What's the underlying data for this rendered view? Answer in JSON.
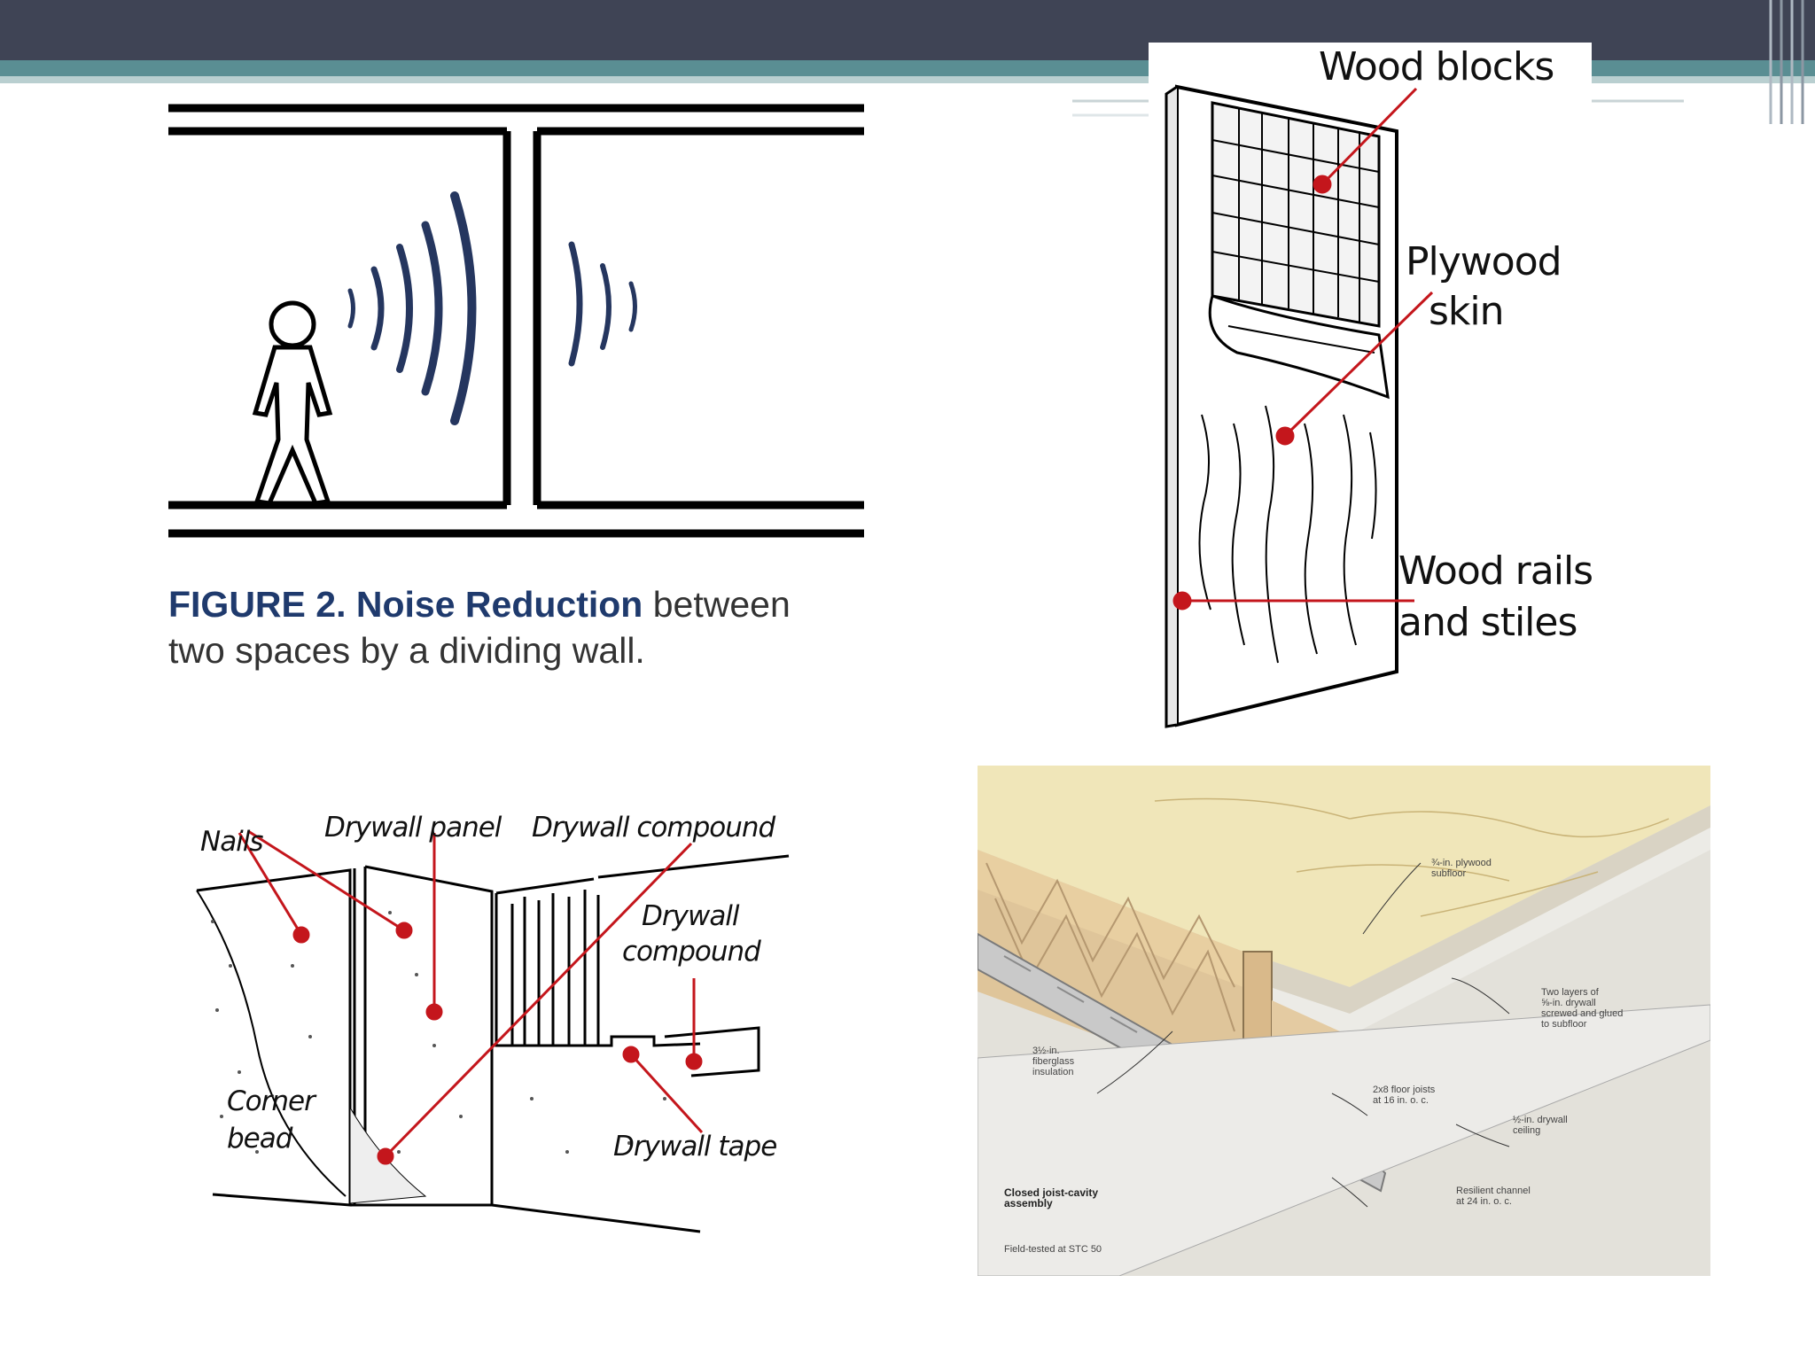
{
  "slide": {
    "colors": {
      "header": "#3f4455",
      "accent": "#5a8e93",
      "marker": "#c4161c",
      "wave": "#25365f"
    }
  },
  "figure2": {
    "caption_bold": "FIGURE 2. Noise Reduction",
    "caption_rest_line1": " between",
    "caption_line2": "two spaces by a dividing wall."
  },
  "door": {
    "wood_blocks": "Wood blocks",
    "plywood_skin_1": "Plywood",
    "plywood_skin_2": "skin",
    "rails_1": "Wood rails",
    "rails_2": "and stiles"
  },
  "drywall": {
    "nails": "Nails",
    "panel": "Drywall panel",
    "compound_top": "Drywall compound",
    "compound_right_1": "Drywall",
    "compound_right_2": "compound",
    "corner_bead_1": "Corner",
    "corner_bead_2": "bead",
    "tape": "Drywall tape"
  },
  "floor": {
    "subfloor_1": "¾-in. plywood",
    "subfloor_2": "subfloor",
    "layers_1": "Two layers of",
    "layers_2": "⅝-in. drywall",
    "layers_3": "screwed and glued",
    "layers_4": "to subfloor",
    "insulation_1": "3½-in.",
    "insulation_2": "fiberglass",
    "insulation_3": "insulation",
    "joists_1": "2x8 floor joists",
    "joists_2": "at 16 in. o. c.",
    "ceiling_1": "½-in. drywall",
    "ceiling_2": "ceiling",
    "channel_1": "Resilient channel",
    "channel_2": "at 24 in. o. c.",
    "assembly_1": "Closed joist-cavity",
    "assembly_2": "assembly",
    "tested": "Field-tested at STC 50"
  }
}
